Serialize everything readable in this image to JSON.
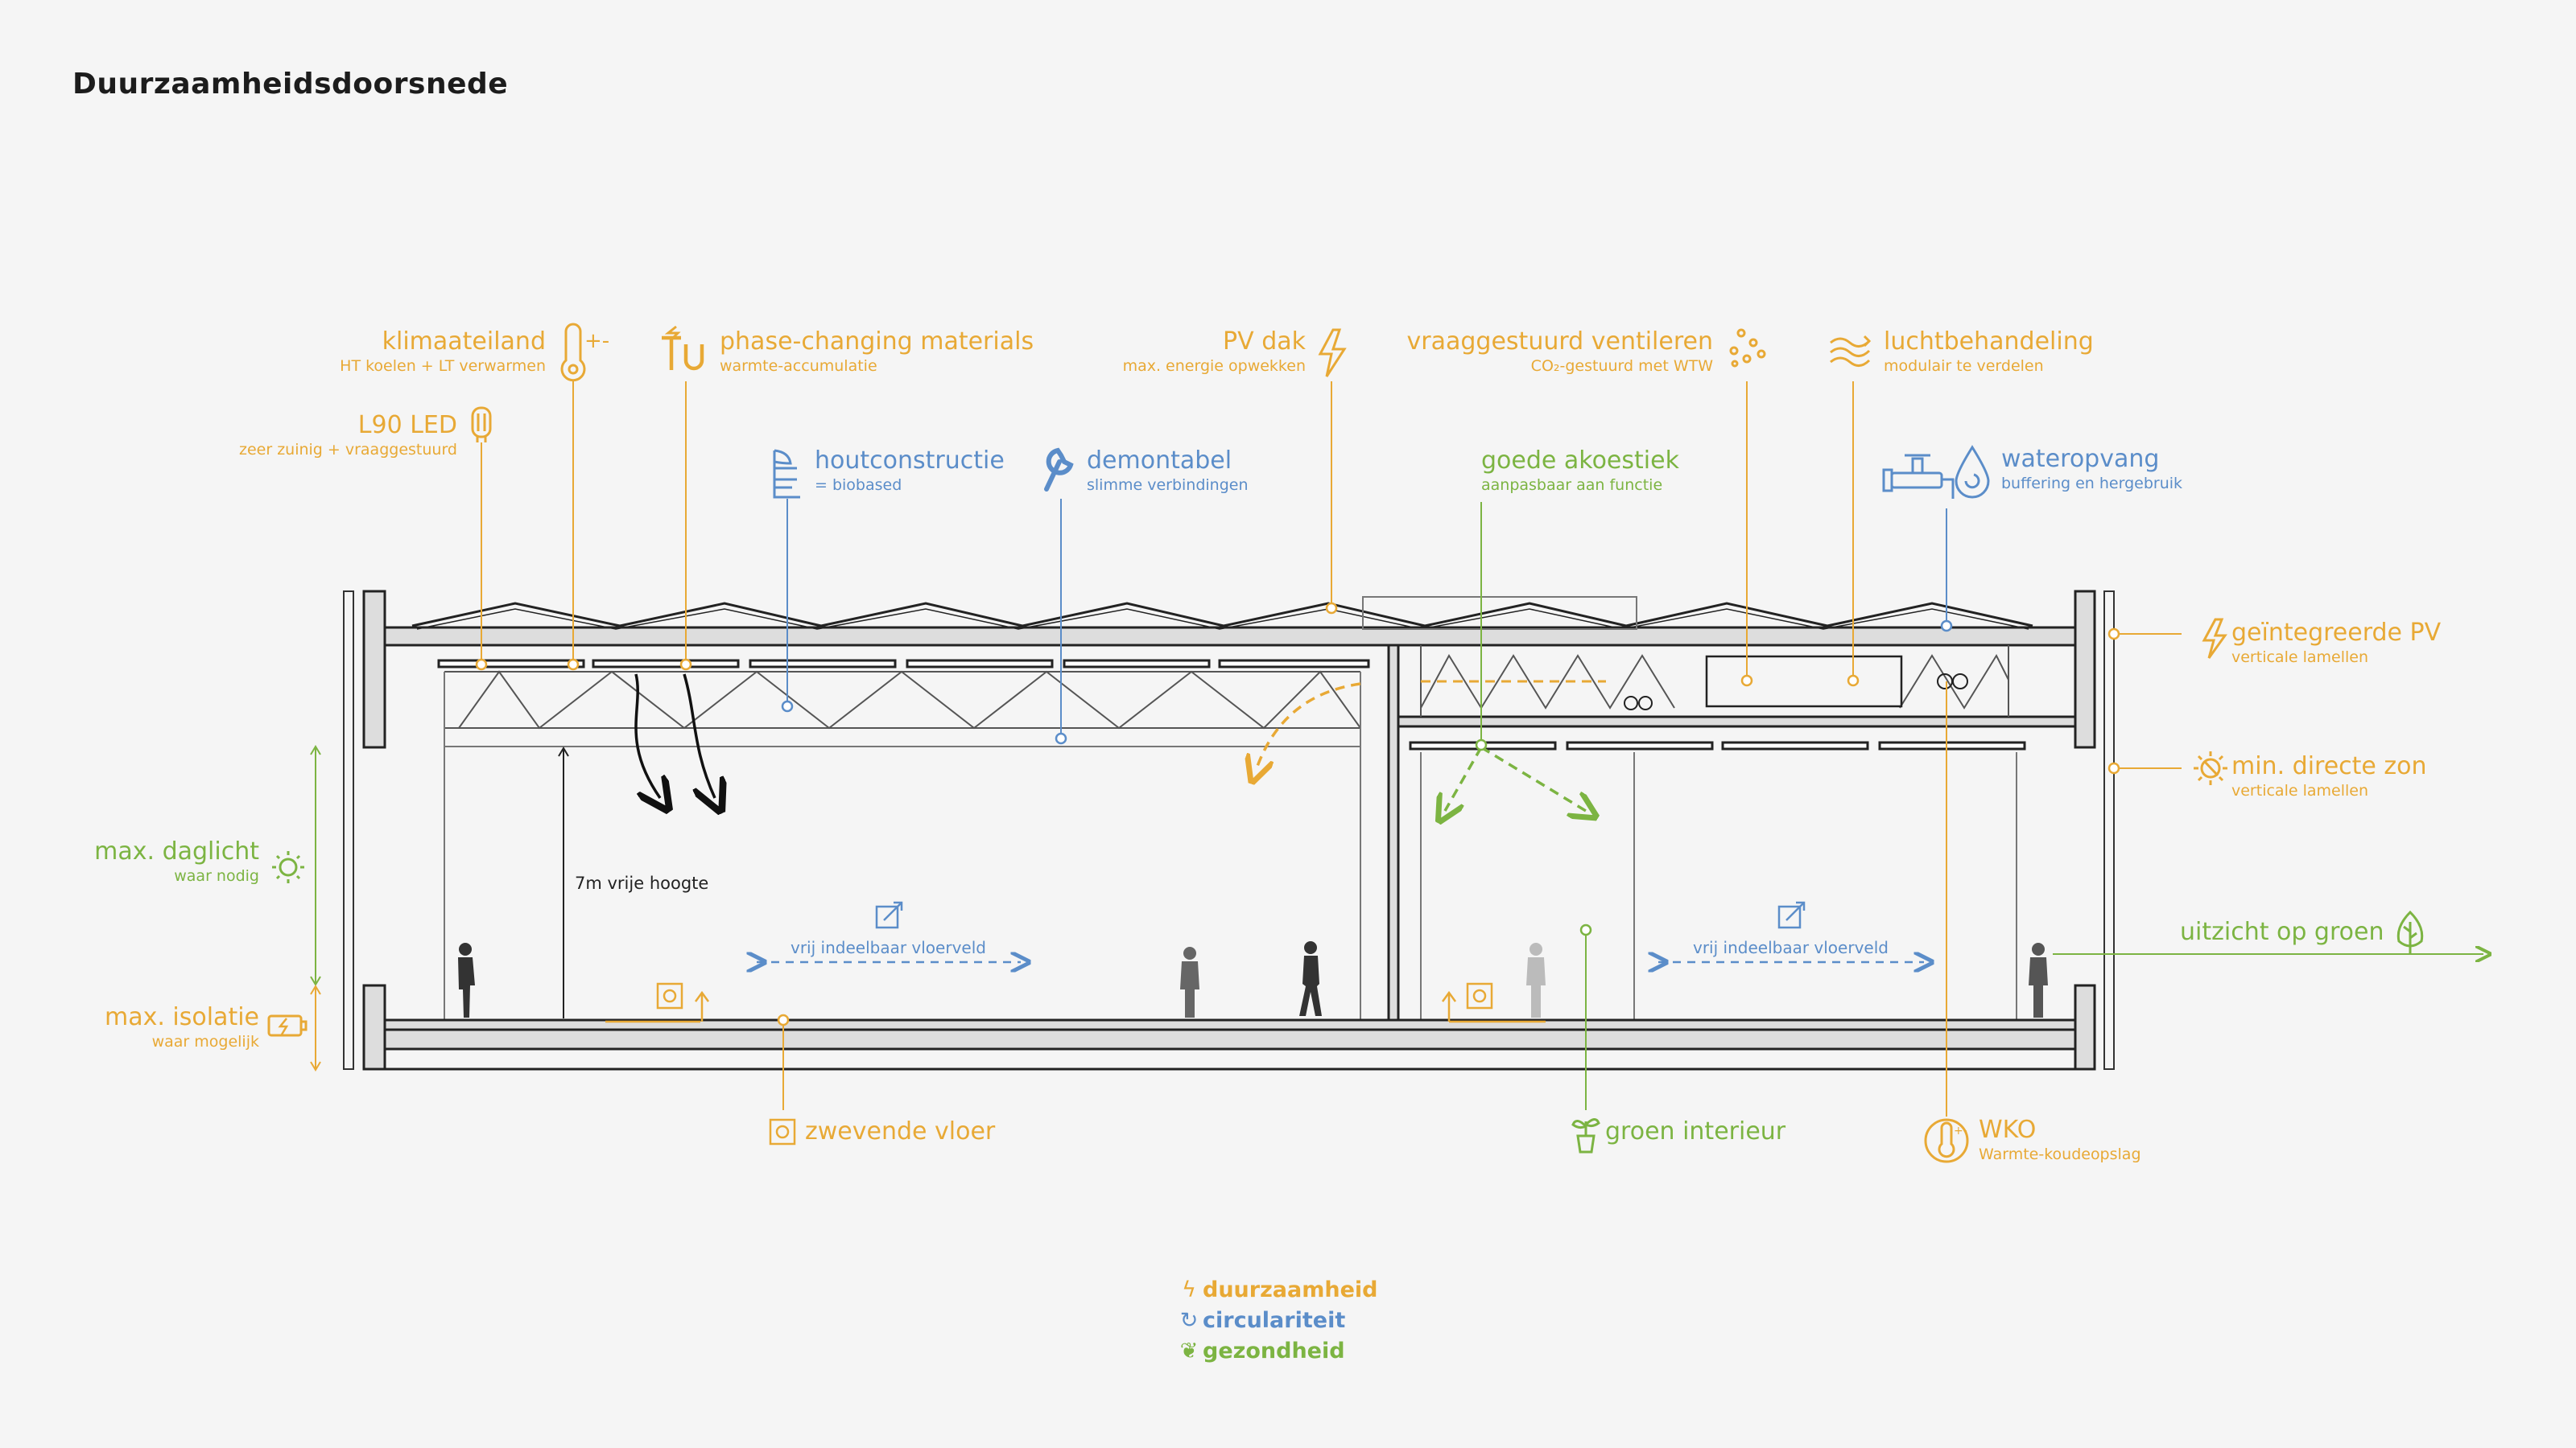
{
  "title": "Duurzaamheidsdoorsnede",
  "colors": {
    "duurzaamheid": "#e8a935",
    "circulariteit": "#5b8dc9",
    "gezondheid": "#7cb442",
    "structure": "#222222"
  },
  "labels": {
    "klimaateiland": {
      "title": "klimaateiland",
      "sub": "HT koelen + LT verwarmen",
      "icon": "thermometer-icon"
    },
    "led": {
      "title": "L90 LED",
      "sub": "zeer zuinig + vraaggestuurd",
      "icon": "led-tube-icon"
    },
    "pcm": {
      "title": "phase-changing materials",
      "sub": "warmte-accumulatie",
      "icon": "pcm-icon"
    },
    "pv_dak": {
      "title": "PV dak",
      "sub": "max. energie opwekken",
      "icon": "lightning-icon"
    },
    "ventileren": {
      "title": "vraaggestuurd ventileren",
      "sub": "CO₂-gestuurd met WTW",
      "icon": "co2-dots-icon"
    },
    "luchtbehandeling": {
      "title": "luchtbehandeling",
      "sub": "modulair te verdelen",
      "icon": "air-waves-icon"
    },
    "houtconstructie": {
      "title": "houtconstructie",
      "sub": "= biobased",
      "icon": "timber-icon"
    },
    "demontabel": {
      "title": "demontabel",
      "sub": "slimme verbindingen",
      "icon": "wrench-icon"
    },
    "akoestiek": {
      "title": "goede akoestiek",
      "sub": "aanpasbaar aan functie"
    },
    "wateropvang": {
      "title": "wateropvang",
      "sub": "buffering en hergebruik",
      "icon": "water-drop-icon"
    },
    "pv_gevel": {
      "title": "geïntegreerde PV",
      "sub": "verticale lamellen",
      "icon": "lightning-icon"
    },
    "directe_zon": {
      "title": "min. directe zon",
      "sub": "verticale lamellen",
      "icon": "sun-icon"
    },
    "daglicht": {
      "title": "max. daglicht",
      "sub": "waar nodig",
      "icon": "sun-icon"
    },
    "isolatie": {
      "title": "max. isolatie",
      "sub": "waar mogelijk",
      "icon": "battery-icon"
    },
    "uitzicht": {
      "title": "uitzicht op groen",
      "icon": "leaf-icon"
    },
    "vloer": {
      "title": "zwevende vloer",
      "icon": "floor-socket-icon"
    },
    "groen": {
      "title": "groen interieur",
      "icon": "plant-icon"
    },
    "wko": {
      "title": "WKO",
      "sub": "Warmte-koudeopslag",
      "icon": "thermometer-circle-icon"
    }
  },
  "annotations": {
    "height": "7m vrije hoogte",
    "floorfield_left": "vrij indeelbaar vloerveld",
    "floorfield_right": "vrij indeelbaar vloerveld"
  },
  "legend": [
    {
      "label": "duurzaamheid",
      "icon": "lightning-icon",
      "color": "#e8a935"
    },
    {
      "label": "circulariteit",
      "icon": "cycle-icon",
      "color": "#5b8dc9"
    },
    {
      "label": "gezondheid",
      "icon": "leaf-icon",
      "color": "#7cb442"
    }
  ]
}
